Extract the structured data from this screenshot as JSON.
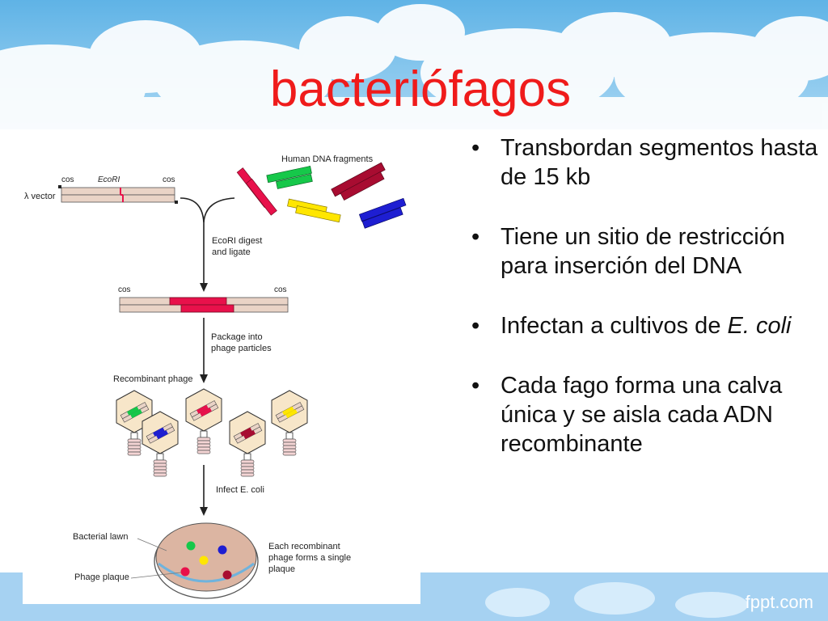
{
  "slide": {
    "title": "bacteriófagos",
    "brand": "fppt.com"
  },
  "diagram": {
    "labels": {
      "human_dna": "Human DNA fragments",
      "cos_left": "cos",
      "ecori": "EcoRI",
      "cos_right": "cos",
      "lambda_vector": "λ vector",
      "digest_1": "EcoRI digest",
      "digest_2": "and ligate",
      "cos_left2": "cos",
      "cos_right2": "cos",
      "package_1": "Package into",
      "package_2": "phage particles",
      "recombinant_phage": "Recombinant phage",
      "infect": "Infect E. coli",
      "bacterial_lawn": "Bacterial lawn",
      "phage_plaque": "Phage plaque",
      "each_1": "Each recombinant",
      "each_2": "phage forms a single",
      "each_3": "plaque"
    },
    "colors": {
      "vector": "#e9d3c6",
      "insert": "#e8114b",
      "green": "#16c84a",
      "yellow": "#ffe600",
      "darkred": "#a80c31",
      "blue": "#1e1ed2",
      "plate": "#dcb5a2"
    }
  },
  "bullets": [
    {
      "text": "Transbordan segmentos hasta de 15 kb"
    },
    {
      "text": "Tiene un sitio de restricción para inserción del DNA"
    },
    {
      "text_before": "Infectan a cultivos de ",
      "text_italic": "E. coli"
    },
    {
      "text": "Cada fago forma una calva única y se aisla cada ADN recombinante"
    }
  ]
}
